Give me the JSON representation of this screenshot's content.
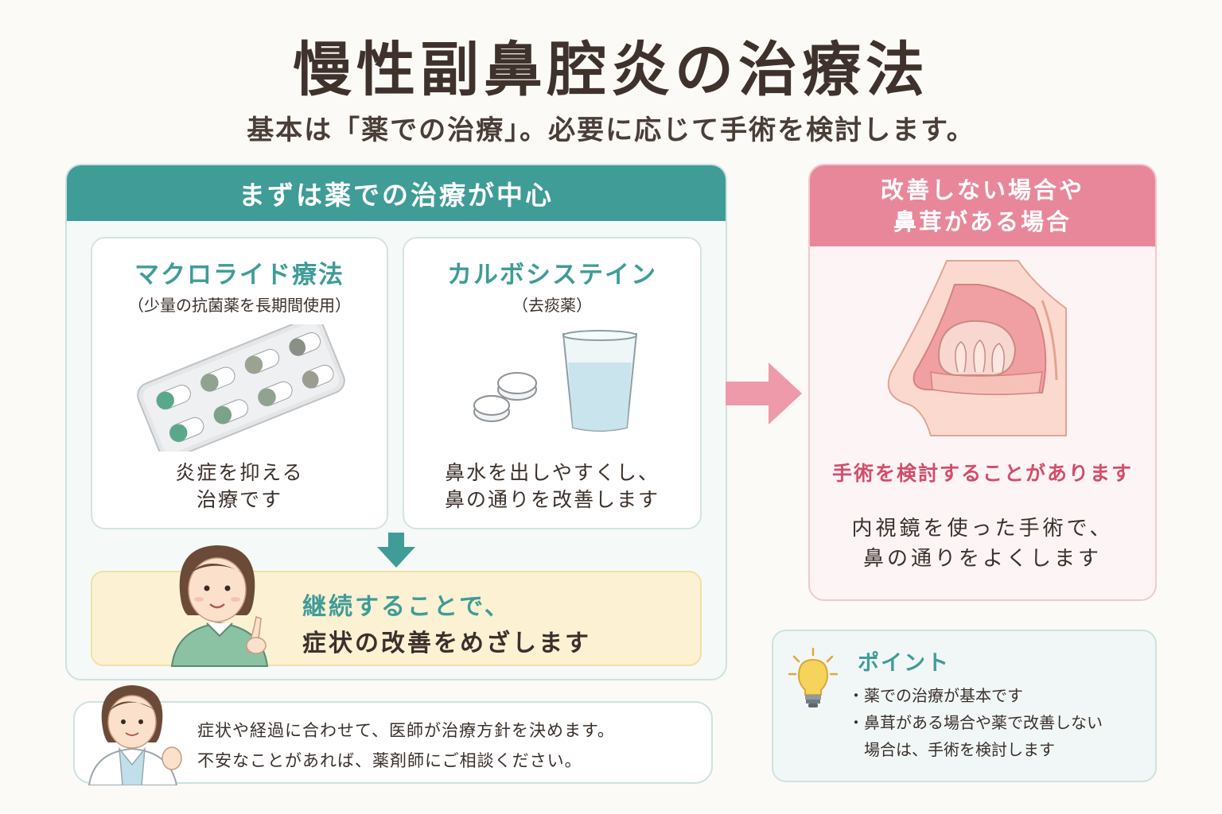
{
  "header": {
    "title": "慢性副鼻腔炎の治療法",
    "subtitle": "基本は「薬での治療」。必要に応じて手術を検討します。"
  },
  "medication_panel": {
    "heading": "まずは薬での治療が中心",
    "cards": [
      {
        "title": "マクロライド療法",
        "subtitle": "（少量の抗菌薬を長期間使用）",
        "description": [
          "炎症を抑える",
          "治療です"
        ]
      },
      {
        "title": "カルボシステイン",
        "subtitle": "（去痰薬）",
        "description": [
          "鼻水を出しやすくし、",
          "鼻の通りを改善します"
        ]
      }
    ],
    "continuation": {
      "line1": "継続することで、",
      "line2": "症状の改善をめざします"
    }
  },
  "surgery_panel": {
    "heading_line1": "改善しない場合や",
    "heading_line2": "鼻茸がある場合",
    "note": "手術を検討することがあります",
    "description": [
      "内視鏡を使った手術で、",
      "鼻の通りをよくします"
    ]
  },
  "bottom_note": {
    "lines": [
      "症状や経過に合わせて、医師が治療方針を決めます。",
      "不安なことがあれば、薬剤師にご相談ください。"
    ]
  },
  "point_box": {
    "title": "ポイント",
    "items": [
      "・薬での治療が基本です",
      "・鼻茸がある場合や薬で改善しない",
      "場合は、手術を検討します"
    ]
  },
  "colors": {
    "teal": "#3f9c97",
    "pink": "#e9879a",
    "surgery_note": "#d34d6a",
    "yellow_bg": "#fcf1d3"
  },
  "icons": [
    "pill-blister-icon",
    "tablets-and-water-icon",
    "nose-cross-section-icon",
    "lightbulb-icon",
    "down-arrow-icon",
    "right-arrow-icon",
    "pharmacist-icon",
    "doctor-icon"
  ]
}
